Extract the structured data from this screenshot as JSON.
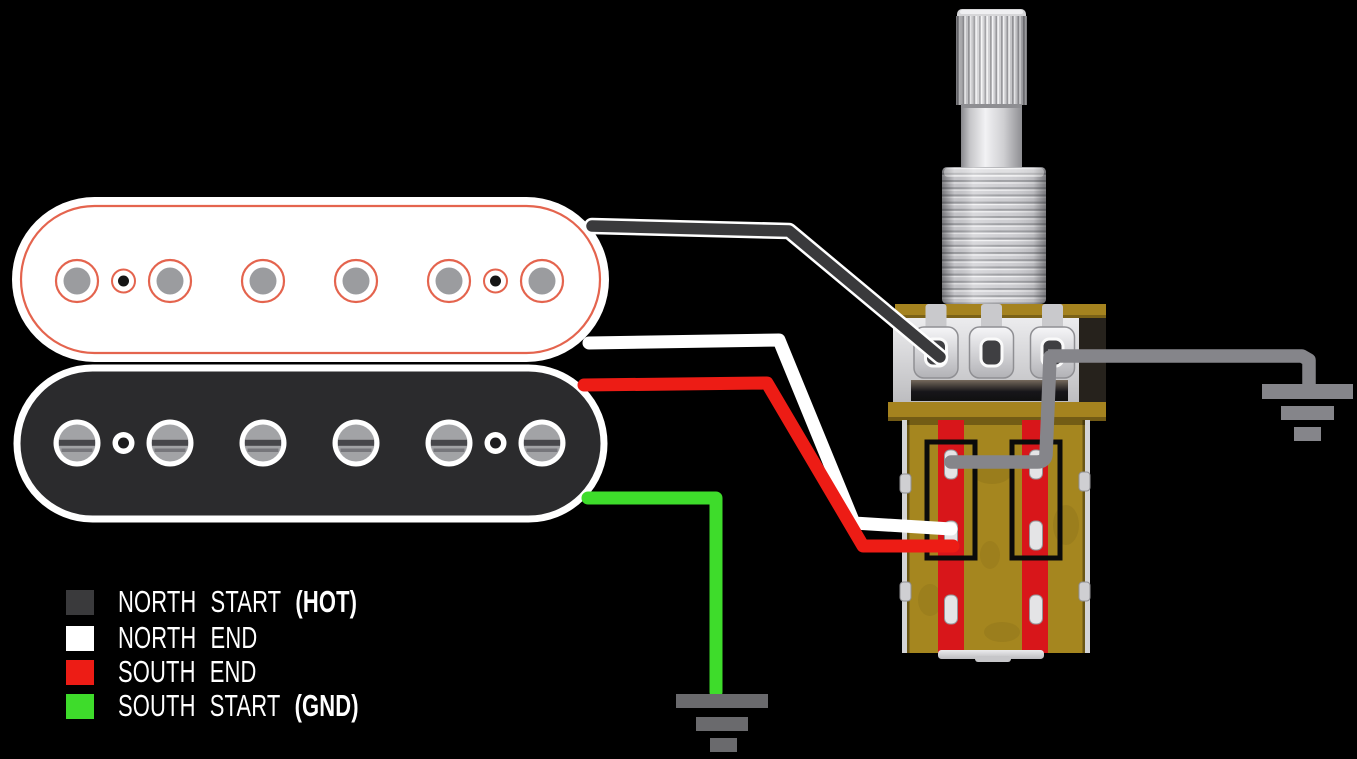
{
  "colors": {
    "background": "#000000",
    "hot": "#3a3a3c",
    "north_end": "#ffffff",
    "south_end": "#ed1c15",
    "south_start": "#3edc2b",
    "wire_gray": "#85858a",
    "ground_gray": "#6a6a6d",
    "pickup_outline": "#e4644e",
    "bobbin_black": "#2b2b2d",
    "switch_gold": "#a5861f",
    "switch_red": "#d8161a"
  },
  "legend": {
    "items": [
      {
        "main": "NORTH START",
        "suffix": "(HOT)",
        "color": "#3a3a3c"
      },
      {
        "main": "NORTH END",
        "suffix": "",
        "color": "#ffffff"
      },
      {
        "main": "SOUTH END",
        "suffix": "",
        "color": "#ed1c15"
      },
      {
        "main": "SOUTH START",
        "suffix": "(GND)",
        "color": "#3edc2b"
      }
    ]
  },
  "wires": [
    {
      "id": "north-start-hot",
      "color": "#3a3a3c"
    },
    {
      "id": "north-end",
      "color": "#ffffff"
    },
    {
      "id": "south-end",
      "color": "#ed1c15"
    },
    {
      "id": "south-start-gnd",
      "color": "#3edc2b"
    },
    {
      "id": "pot-to-ground",
      "color": "#85858a"
    },
    {
      "id": "pot-to-switch-jumper",
      "color": "#85858a"
    }
  ]
}
